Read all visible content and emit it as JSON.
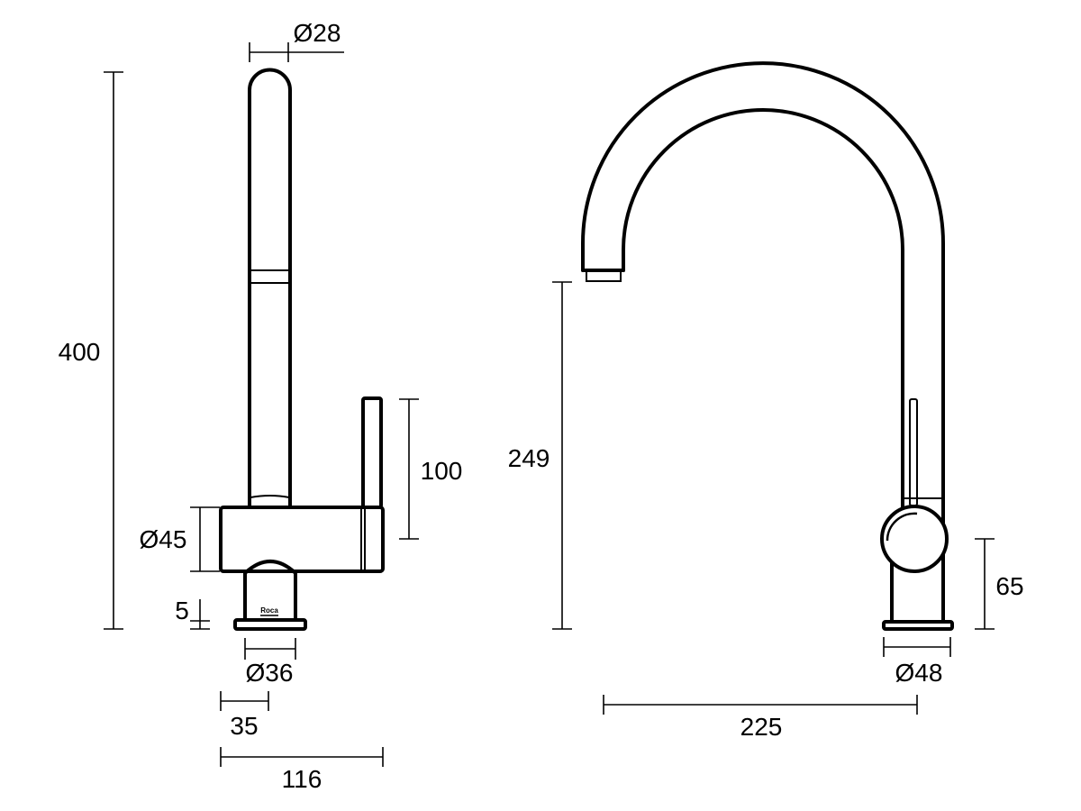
{
  "brand_logo": "Roca",
  "side_view": {
    "dimensions": {
      "spout_diameter": "Ø28",
      "total_height": "400",
      "lever_height": "100",
      "body_diameter": "Ø45",
      "base_height": "5",
      "base_diameter": "Ø36",
      "axis_offset": "35",
      "total_depth": "116"
    }
  },
  "front_view": {
    "dimensions": {
      "spout_height": "249",
      "knob_height": "65",
      "base_diameter": "Ø48",
      "spout_reach": "225"
    }
  }
}
